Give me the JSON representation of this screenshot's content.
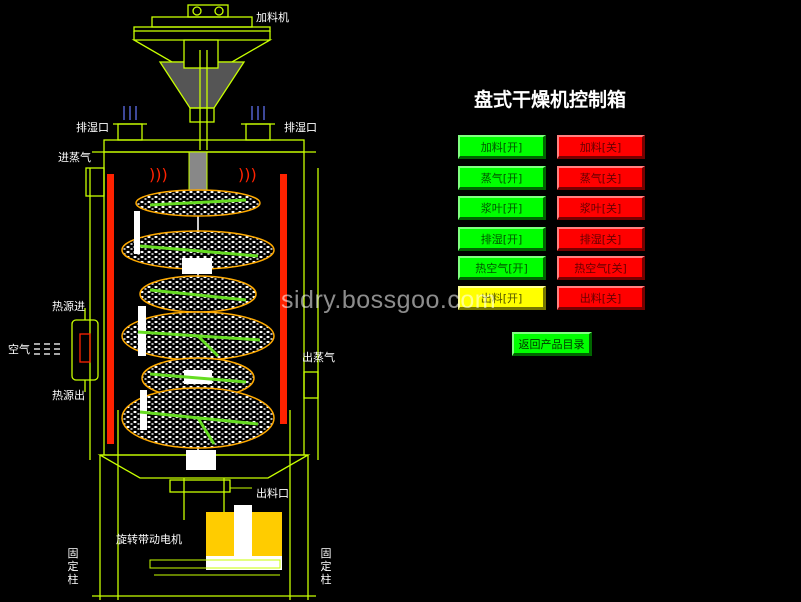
{
  "panel": {
    "title": "盘式干燥机控制箱",
    "buttons_on": [
      {
        "label": "加料[开]",
        "color": "#00ff00"
      },
      {
        "label": "蒸气[开]",
        "color": "#00ff00"
      },
      {
        "label": "浆叶[开]",
        "color": "#00ff00"
      },
      {
        "label": "排湿[开]",
        "color": "#00ff00"
      },
      {
        "label": "热空气[开]",
        "color": "#00ff00"
      },
      {
        "label": "出料[开]",
        "color": "#ffff00"
      }
    ],
    "buttons_off": [
      {
        "label": "加料[关]",
        "color": "#ff0000"
      },
      {
        "label": "蒸气[关]",
        "color": "#ff0000"
      },
      {
        "label": "浆叶[关]",
        "color": "#ff0000"
      },
      {
        "label": "排湿[关]",
        "color": "#ff0000"
      },
      {
        "label": "热空气[关]",
        "color": "#ff0000"
      },
      {
        "label": "出料[关]",
        "color": "#ff0000"
      }
    ],
    "back_button": "返回产品目录"
  },
  "diagram": {
    "labels": {
      "feeder": "加料机",
      "exhaust_left": "排湿口",
      "exhaust_right": "排湿口",
      "steam_in": "进蒸气",
      "heat_in": "热源进",
      "air": "空气",
      "heat_out": "热源出",
      "steam_out": "出蒸气",
      "discharge": "出料口",
      "motor": "旋转带动电机",
      "fixed_post_left": "固定柱",
      "fixed_post_right": "固定柱"
    },
    "line_color": "#c8ff00",
    "accent_red": "#ff2200",
    "accent_orange": "#ffcc00"
  },
  "watermark": "sidry.bossgoo.com"
}
